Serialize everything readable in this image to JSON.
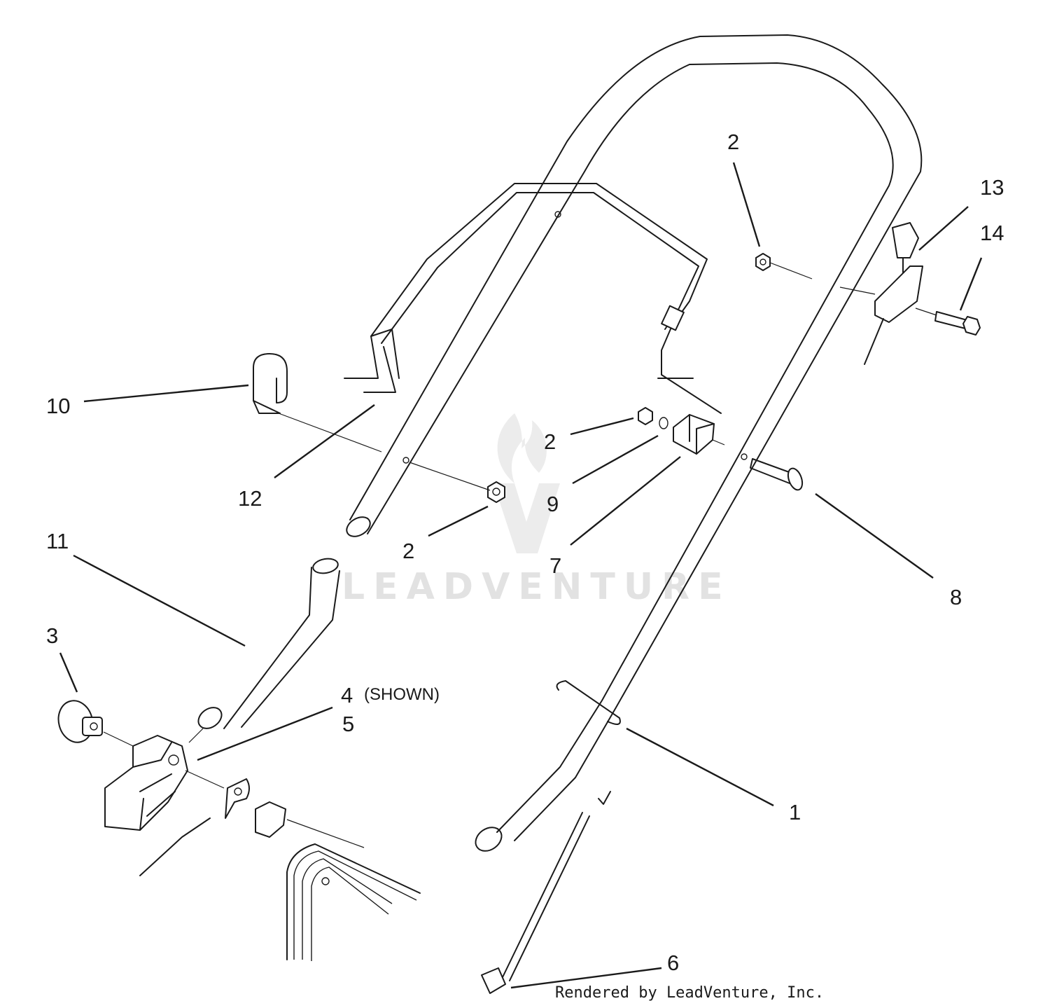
{
  "callouts": {
    "c1": "1",
    "c2a": "2",
    "c2b": "2",
    "c2c": "2",
    "c3": "3",
    "c4": "4",
    "c4_note": "(SHOWN)",
    "c5": "5",
    "c6": "6",
    "c7": "7",
    "c8": "8",
    "c9": "9",
    "c10": "10",
    "c11": "11",
    "c12": "12",
    "c13": "13",
    "c14": "14"
  },
  "watermark": {
    "text": "LEADVENTURE"
  },
  "credit": "Rendered by LeadVenture, Inc."
}
